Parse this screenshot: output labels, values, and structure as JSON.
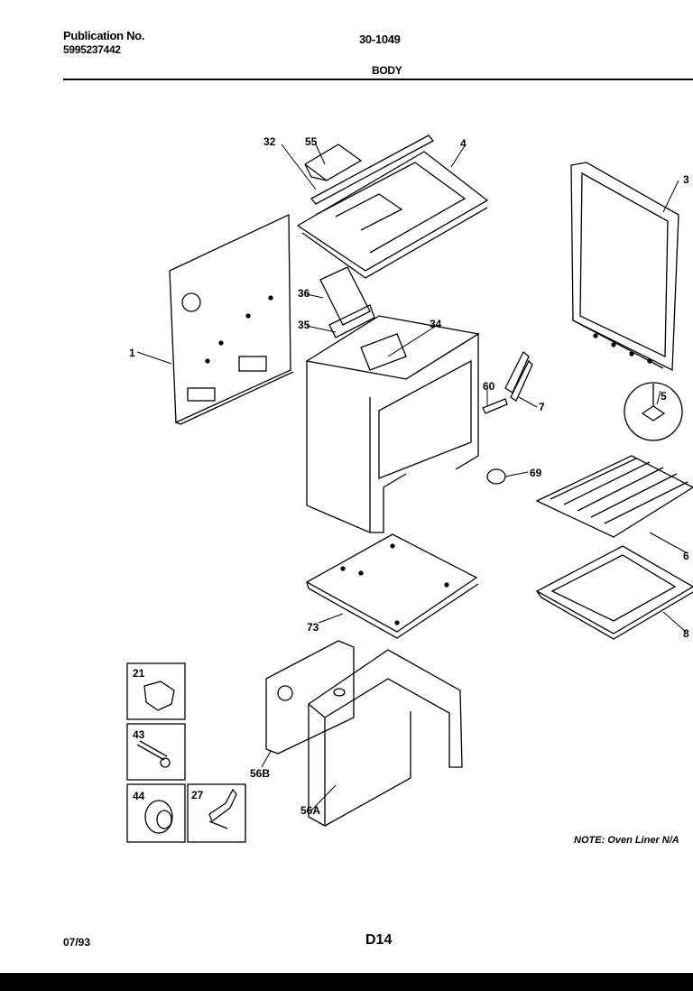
{
  "header": {
    "publication_label": "Publication No.",
    "publication_number": "5995237442",
    "document_code": "30-1049",
    "section_title": "BODY"
  },
  "callouts": {
    "c1": "1",
    "c3": "3",
    "c4": "4",
    "c5": "5",
    "c6": "6",
    "c7": "7",
    "c8": "8",
    "c21": "21",
    "c27": "27",
    "c32": "32",
    "c34": "34",
    "c35": "35",
    "c36": "36",
    "c43": "43",
    "c44": "44",
    "c55": "55",
    "c56A": "56A",
    "c56B": "56B",
    "c60": "60",
    "c69": "69",
    "c73": "73"
  },
  "note": "NOTE: Oven Liner N/A",
  "footer": {
    "date": "07/93",
    "page_id": "D14"
  }
}
